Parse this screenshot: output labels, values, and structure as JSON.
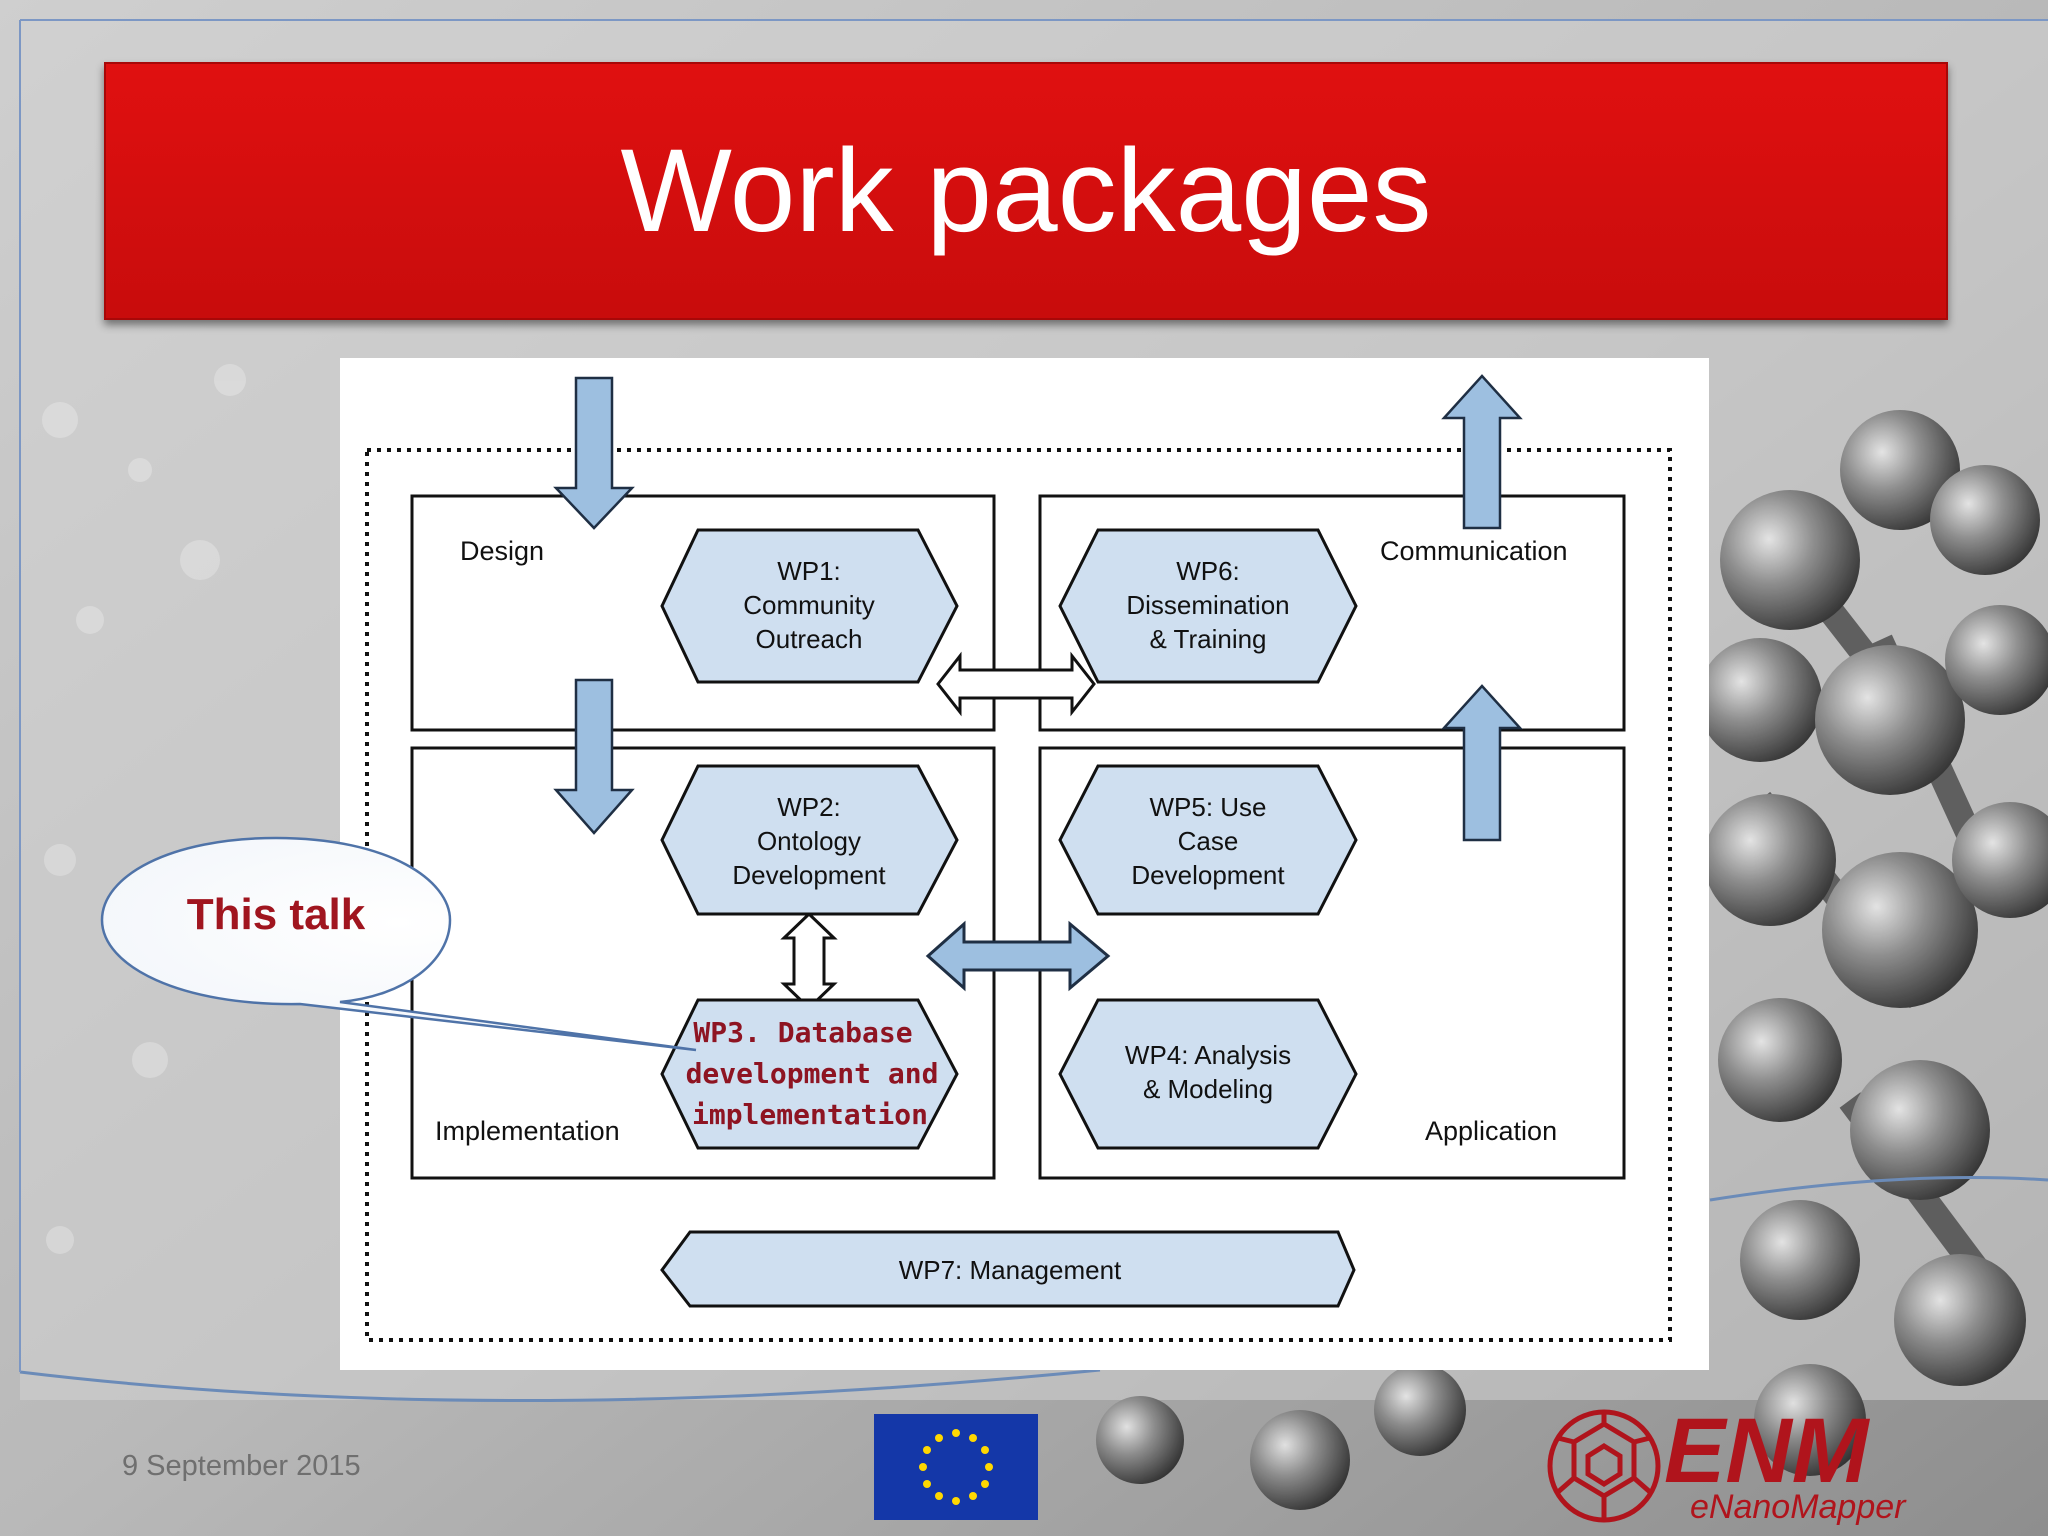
{
  "slide": {
    "title": "Work packages",
    "date": "9 September 2015",
    "callout": "This talk"
  },
  "diagram": {
    "quadrants": {
      "design": "Design",
      "communication": "Communication",
      "implementation": "Implementation",
      "application": "Application"
    },
    "work_packages": {
      "wp1": [
        "WP1:",
        "Community",
        "Outreach"
      ],
      "wp6": [
        "WP6:",
        "Dissemination",
        "& Training"
      ],
      "wp2": [
        "WP2:",
        "Ontology",
        "Development"
      ],
      "wp5": [
        "WP5: Use",
        "Case",
        "Development"
      ],
      "wp3": [
        "WP3. Database",
        "development and",
        "implementation"
      ],
      "wp4": [
        "WP4: Analysis",
        "& Modeling"
      ],
      "wp7": "WP7: Management"
    }
  },
  "colors": {
    "title_bar": "#d80e0e",
    "hexagon_fill": "#cfdff0",
    "arrow_fill": "#9dbfe0",
    "highlight_text": "#8e1422"
  },
  "logo": {
    "wordmark": "ENM",
    "subtitle": "eNanoMapper"
  }
}
